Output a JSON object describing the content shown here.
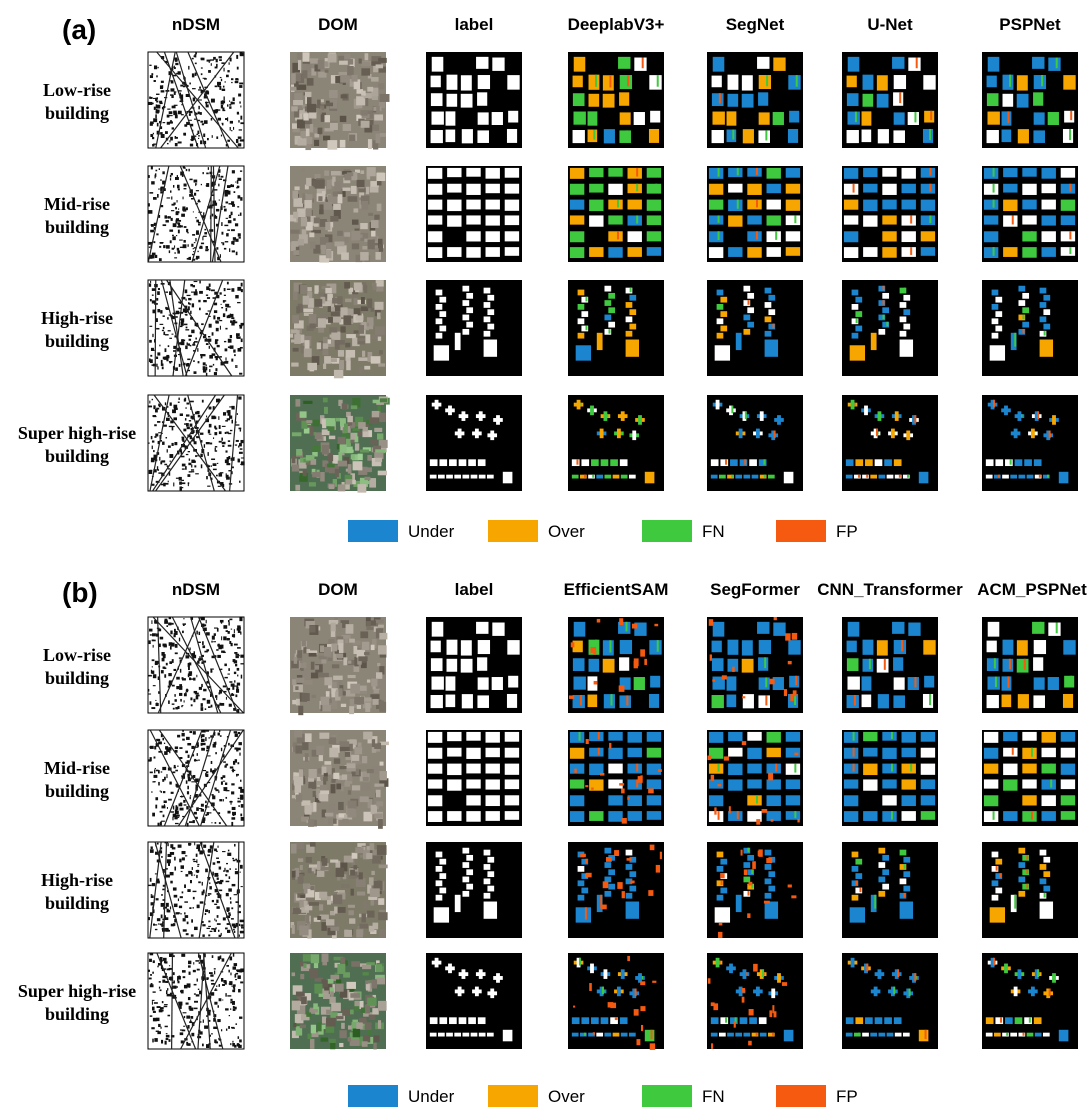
{
  "colors": {
    "under": "#1b86cf",
    "over": "#f7a600",
    "fn": "#3ec93e",
    "fp": "#f55a10",
    "background": "#000000",
    "building": "#ffffff"
  },
  "panels": [
    {
      "id": "a",
      "label": "(a)",
      "columns": [
        "nDSM",
        "DOM",
        "label",
        "DeeplabV3+",
        "SegNet",
        "U-Net",
        "PSPNet"
      ],
      "rows": [
        {
          "line1": "Low-rise",
          "line2": "building"
        },
        {
          "line1": "Mid-rise",
          "line2": "building"
        },
        {
          "line1": "High-rise",
          "line2": "building"
        },
        {
          "line1": "Super high-rise",
          "line2": "building"
        }
      ],
      "legend": [
        {
          "key": "under",
          "label": "Under"
        },
        {
          "key": "over",
          "label": "Over"
        },
        {
          "key": "fn",
          "label": "FN"
        },
        {
          "key": "fp",
          "label": "FP"
        }
      ]
    },
    {
      "id": "b",
      "label": "(b)",
      "columns": [
        "nDSM",
        "DOM",
        "label",
        "EfficientSAM",
        "SegFormer",
        "CNN_Transformer",
        "ACM_PSPNet"
      ],
      "rows": [
        {
          "line1": "Low-rise",
          "line2": "building"
        },
        {
          "line1": "Mid-rise",
          "line2": "building"
        },
        {
          "line1": "High-rise",
          "line2": "building"
        },
        {
          "line1": "Super high-rise",
          "line2": "building"
        }
      ],
      "legend": [
        {
          "key": "under",
          "label": "Under"
        },
        {
          "key": "over",
          "label": "Over"
        },
        {
          "key": "fn",
          "label": "FN"
        },
        {
          "key": "fp",
          "label": "FP"
        }
      ]
    }
  ]
}
